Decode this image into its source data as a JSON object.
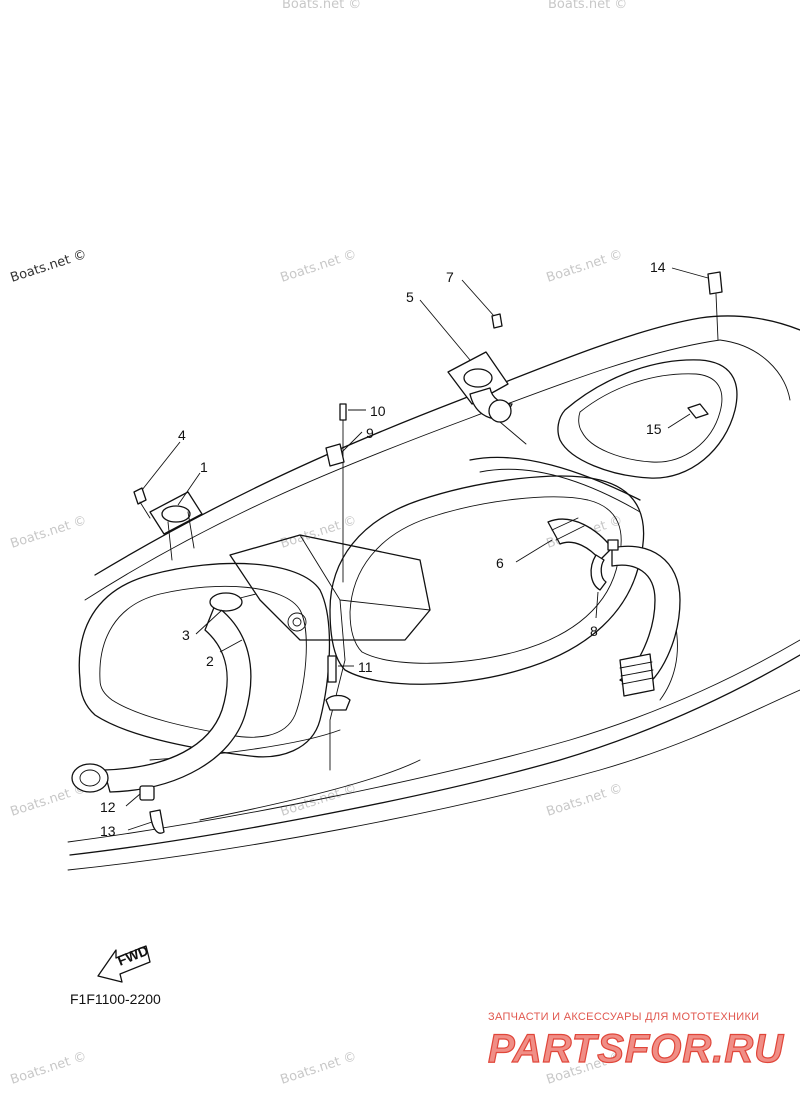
{
  "watermarks": {
    "top_left": "Boats.net ©",
    "repeat": "Boats.net ©"
  },
  "callouts": {
    "c1": "1",
    "c2": "2",
    "c3": "3",
    "c4": "4",
    "c5": "5",
    "c6": "6",
    "c7": "7",
    "c8": "8",
    "c9": "9",
    "c10": "10",
    "c11": "11",
    "c12": "12",
    "c13": "13",
    "c14": "14",
    "c15": "15"
  },
  "fwd_label": "FWD",
  "diagram_code": "F1F1100-2200",
  "brand": {
    "tagline": "ЗАПЧАСТИ И АКСЕССУАРЫ ДЛЯ МОТОТЕХНИКИ",
    "logo": "PARTSFOR.RU"
  },
  "colors": {
    "line": "#111111",
    "watermark": "#c8c8c8",
    "brand": "#e0463a"
  }
}
